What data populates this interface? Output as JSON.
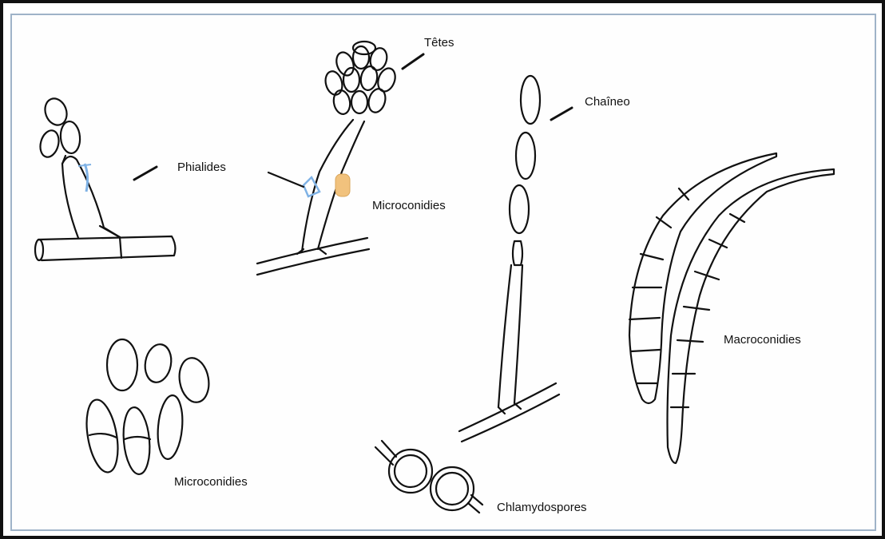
{
  "labels": {
    "tetes": "Têtes",
    "chaineo": "Chaîneo",
    "phialides": "Phialides",
    "microconidies_top": "Microconidies",
    "macroconidies": "Macroconidies",
    "microconidies_bottom": "Microconidies",
    "chlamydospores": "Chlamydospores"
  },
  "colors": {
    "frame": "#111111",
    "frame_inner": "#9fb3c8",
    "ink": "#111111",
    "highlight_blue": "#7fb2e5",
    "highlight_orange": "#f1c27d"
  }
}
